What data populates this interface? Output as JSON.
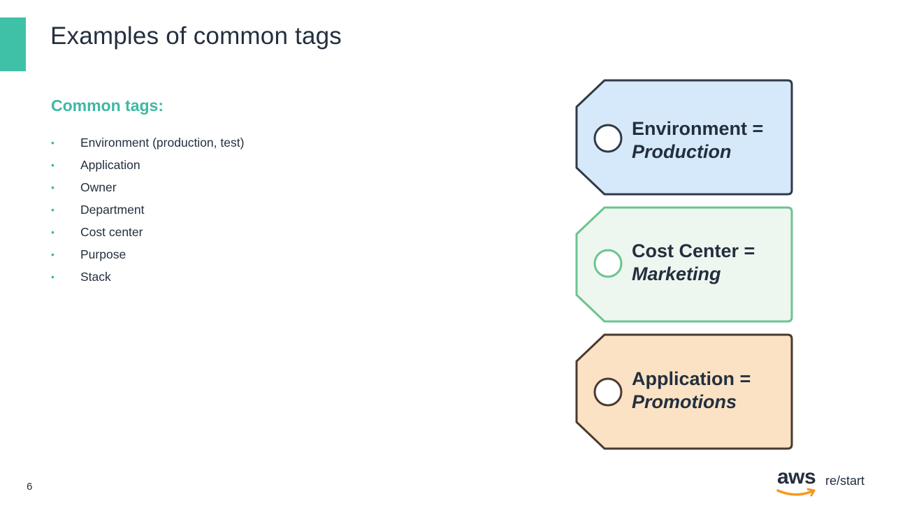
{
  "slide": {
    "title": "Examples of common tags",
    "page_number": "6"
  },
  "content": {
    "subheading": "Common tags:",
    "bullets": [
      "Environment (production, test)",
      "Application",
      "Owner",
      "Department",
      "Cost center",
      "Purpose",
      "Stack"
    ]
  },
  "tags": [
    {
      "key": "Environment =",
      "value": "Production",
      "fill": "#d6e9fb",
      "stroke": "#2f3a46"
    },
    {
      "key": "Cost Center =",
      "value": "Marketing",
      "fill": "#eef6f0",
      "stroke": "#6cc48f"
    },
    {
      "key": "Application =",
      "value": "Promotions",
      "fill": "#fbe2c4",
      "stroke": "#4a3a2e"
    }
  ],
  "logo": {
    "brand": "aws",
    "product": "re/start",
    "accent_color": "#f7981d"
  },
  "colors": {
    "accent": "#3fc1a8",
    "heading_teal": "#3fb8a4",
    "text": "#232f3e"
  }
}
